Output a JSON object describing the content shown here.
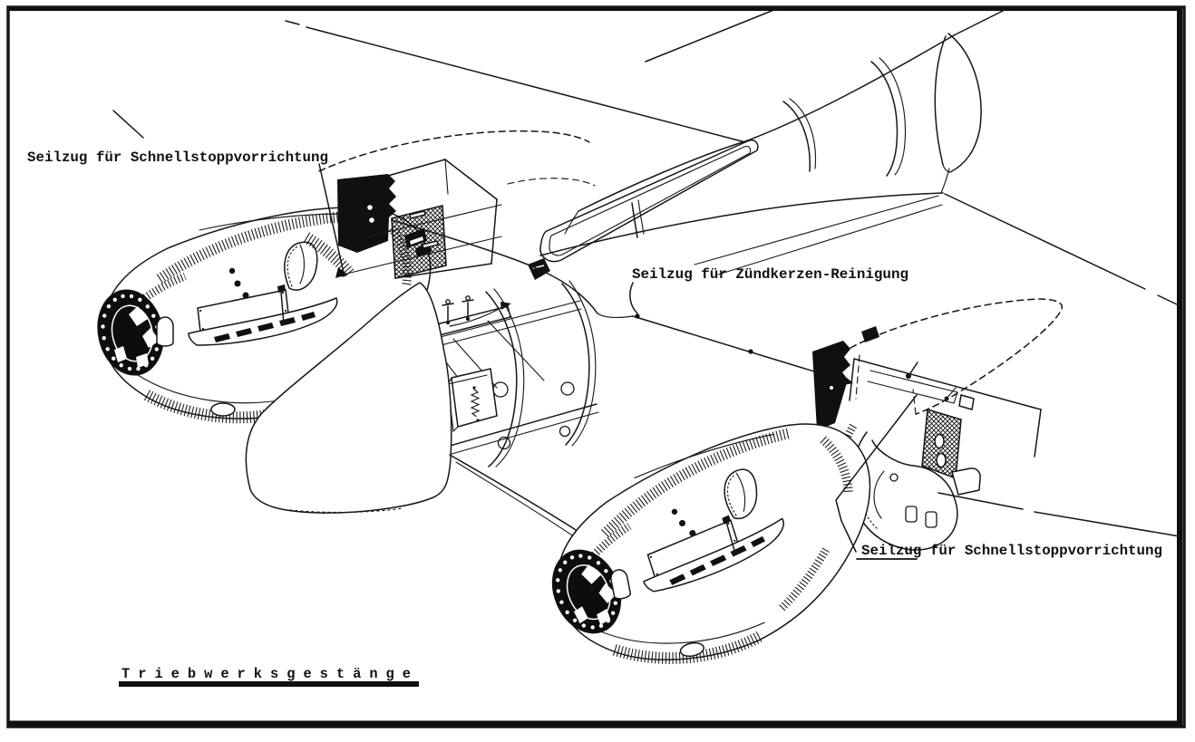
{
  "figure": {
    "title": "Triebwerksgestänge",
    "labels": {
      "left_quickstop": "Seilzug für Schnellstoppvorrichtung",
      "sparkplug_cleaning": "Seilzug für Zündkerzen-Reinigung",
      "right_quickstop": "Seilzug für Schnellstoppvorrichtung"
    },
    "colors": {
      "ink": "#161616",
      "paper": "#ffffff"
    }
  }
}
